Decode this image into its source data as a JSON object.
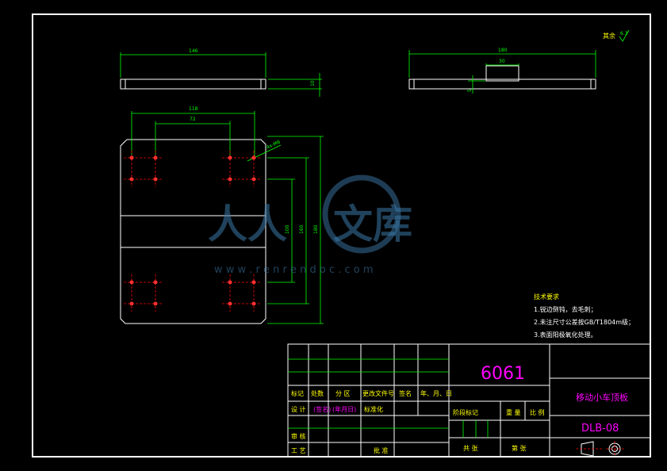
{
  "dims": {
    "top_view_width": "146",
    "top_view_thickness": "10",
    "side_view_width": "180",
    "side_view_slot": "30",
    "front_outer_width": "118",
    "front_inner_width": "72",
    "hole_note": "4x-M6",
    "front_inner_height": "100",
    "front_mid_height": "160",
    "front_overall_height": "180",
    "small_dim": "5"
  },
  "roughness": "其余",
  "roughness_value": "6.3",
  "tech_req": {
    "title": "技术要求",
    "items": [
      "1.锐边倒钝，去毛刺；",
      "2.未注尺寸公差按GB/T1804m级；",
      "3.表面阳极氧化处理。"
    ]
  },
  "title_block": {
    "material": "6061",
    "part_name": "移动小车顶板",
    "drawing_no": "DLB-08",
    "labels": {
      "mark": "标记",
      "count": "处数",
      "zone": "分 区",
      "change_doc": "更改文件号",
      "sign": "签名",
      "date": "年、月、日",
      "design": "设 计",
      "sign_ph": "(签名)",
      "date_ph": "(年月日)",
      "standardize": "标准化",
      "stage_mark": "阶段标记",
      "weight": "重 量",
      "scale": "比 例",
      "review": "审 核",
      "process": "工 艺",
      "approve": "批 准",
      "sheets_total": "共  张",
      "sheet_no": "第  张"
    }
  },
  "watermark": {
    "left": "人人",
    "right": "文库",
    "url": "w w w . r e n r e n d o c . c o m"
  }
}
